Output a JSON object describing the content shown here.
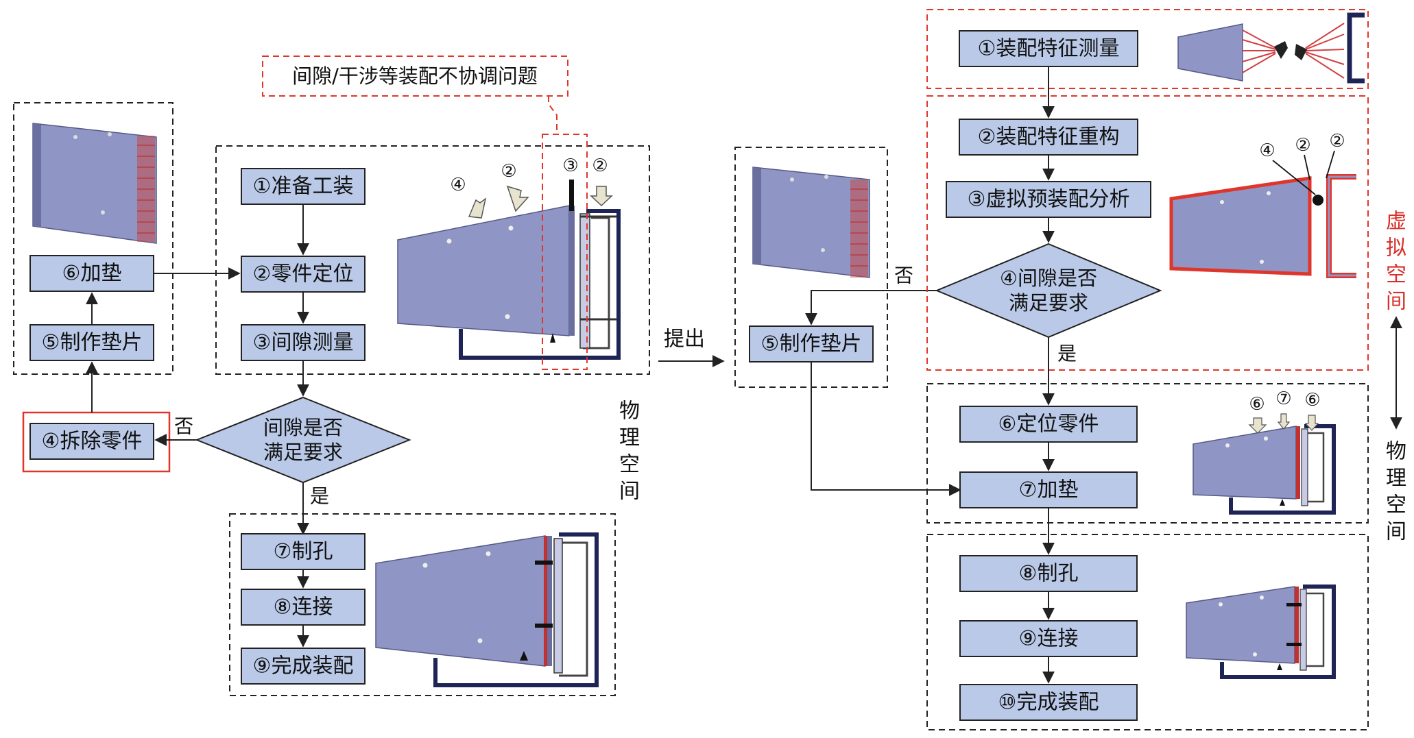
{
  "callout": {
    "text": "间隙/干涉等装配不协调问题"
  },
  "left": {
    "shim_group": {
      "add_shim": "⑥加垫",
      "make_shim": "⑤制作垫片"
    },
    "remove_part": "④拆除零件",
    "process": {
      "prepare": "①准备工装",
      "locate": "②零件定位",
      "measure": "③间隙测量"
    },
    "decision": {
      "line1": "间隙是否",
      "line2": "满足要求",
      "no": "否",
      "yes": "是"
    },
    "final": {
      "drill": "⑦制孔",
      "connect": "⑧连接",
      "complete": "⑨完成装配"
    },
    "space_label": [
      "物",
      "理",
      "空",
      "间"
    ],
    "image_markers": {
      "m4": "④",
      "m2a": "②",
      "m3": "③",
      "m2b": "②"
    }
  },
  "middle": {
    "propose": "提出",
    "make_shim": "⑤制作垫片",
    "no": "否"
  },
  "right": {
    "measure_feature": "①装配特征测量",
    "reconstruct": "②装配特征重构",
    "virtual_preassembly": "③虚拟预装配分析",
    "decision": {
      "line1": "④间隙是否",
      "line2": "满足要求",
      "yes": "是"
    },
    "locate": "⑥定位零件",
    "add_shim": "⑦加垫",
    "drill": "⑧制孔",
    "connect": "⑨连接",
    "complete": "⑩完成装配",
    "virtual_label": [
      "虚",
      "拟",
      "空",
      "间"
    ],
    "physical_label": [
      "物",
      "理",
      "空",
      "间"
    ],
    "virtual_markers": {
      "m4": "④",
      "m2a": "②",
      "m2b": "②"
    },
    "physical_markers": {
      "m6a": "⑥",
      "m7": "⑦",
      "m6b": "⑥"
    }
  },
  "colors": {
    "box_fill": "#b9c9e7",
    "accent_red": "#e0352b",
    "frame_navy": "#1f2456",
    "plate": "#8f95c4"
  }
}
